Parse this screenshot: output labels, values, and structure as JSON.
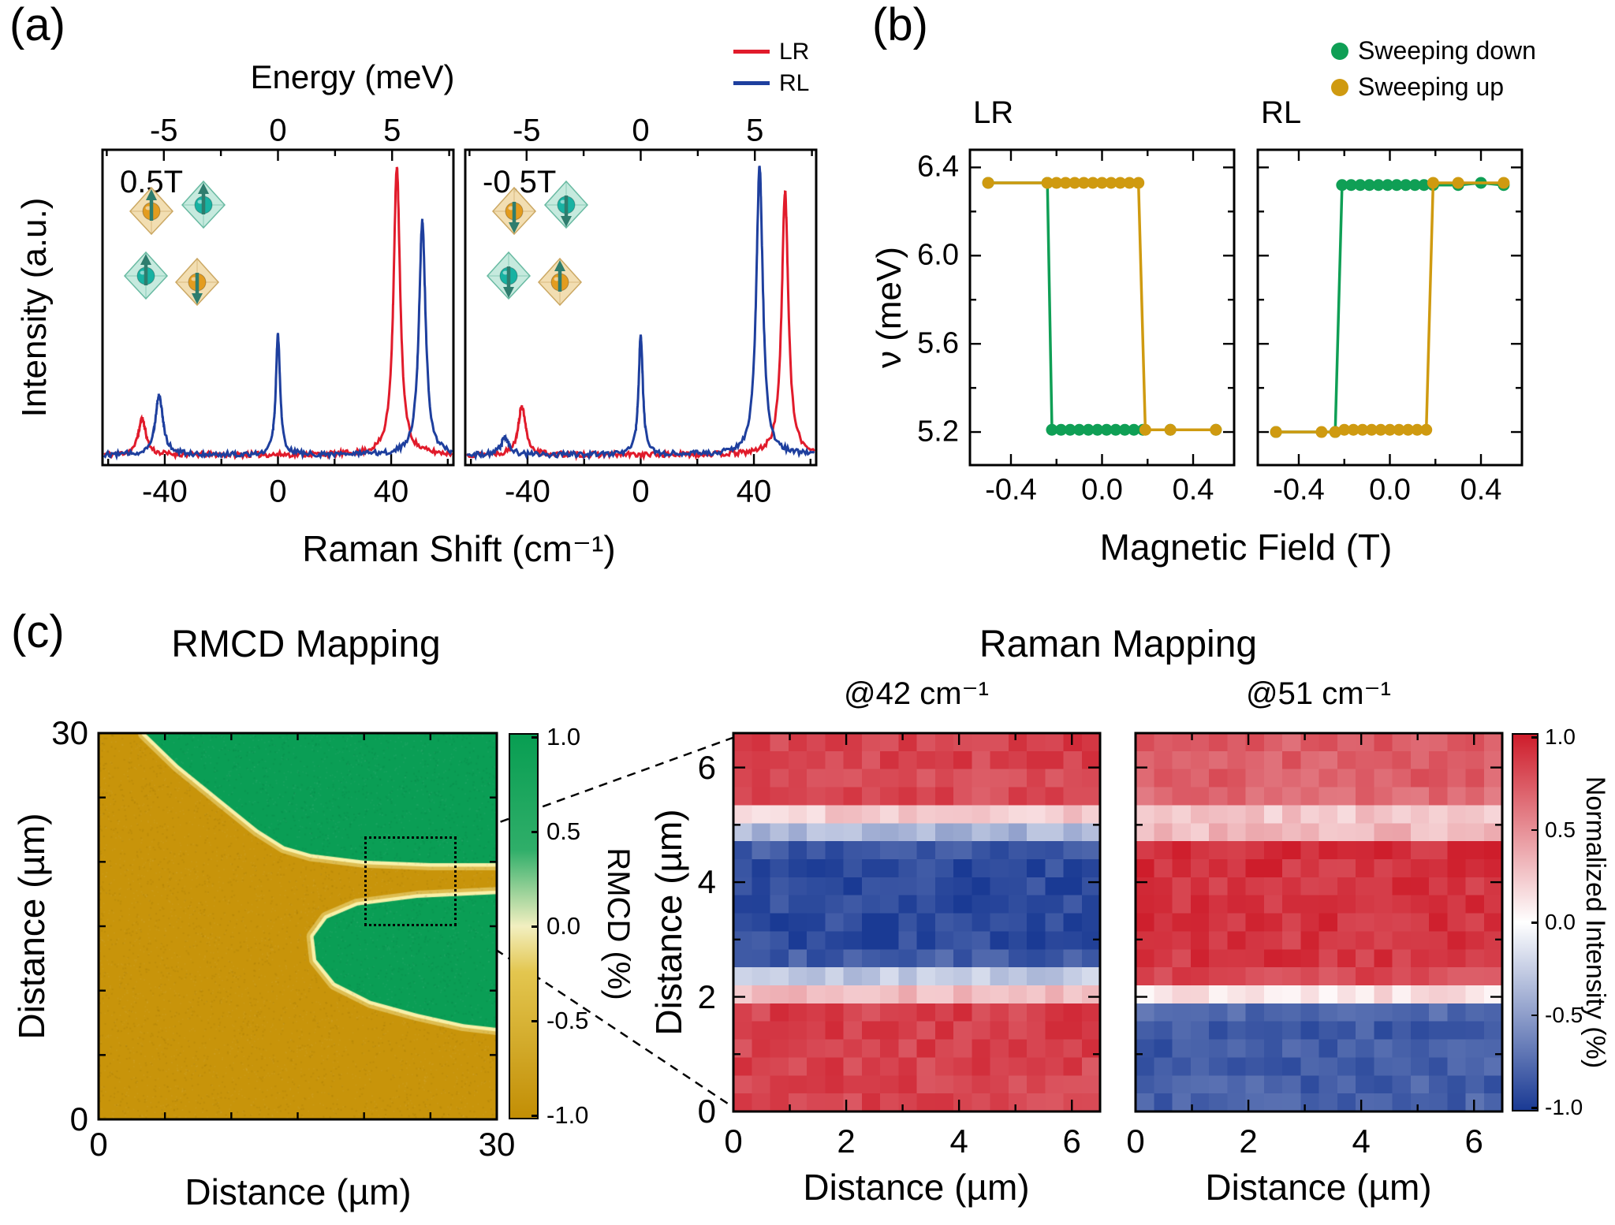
{
  "figure": {
    "background": "#ffffff"
  },
  "panel_a": {
    "label": "(a)",
    "top_axis_label": "Energy (meV)",
    "top_ticks": [
      {
        "label": "-5",
        "cm": -40.33
      },
      {
        "label": "0",
        "cm": 0
      },
      {
        "label": "5",
        "cm": 40.33
      }
    ],
    "bottom_ticks": [
      {
        "label": "-40",
        "v": -40
      },
      {
        "label": "0",
        "v": 0
      },
      {
        "label": "40",
        "v": 40
      }
    ],
    "xlabel": "Raman Shift (cm⁻¹)",
    "ylabel": "Intensity (a.u.)",
    "legend": [
      {
        "label": "LR",
        "color": "#e11b2b"
      },
      {
        "label": "RL",
        "color": "#1e3f9e"
      }
    ],
    "plots": [
      {
        "field_label": "0.5T",
        "insets": [
          {
            "octa": "orange",
            "arrow": "up"
          },
          {
            "octa": "teal",
            "arrow": "up"
          },
          {
            "octa": "teal",
            "arrow": "up"
          },
          {
            "octa": "orange",
            "arrow": "down"
          }
        ]
      },
      {
        "field_label": "-0.5T",
        "insets": [
          {
            "octa": "orange",
            "arrow": "down"
          },
          {
            "octa": "teal",
            "arrow": "down"
          },
          {
            "octa": "teal",
            "arrow": "down"
          },
          {
            "octa": "orange",
            "arrow": "up"
          }
        ]
      }
    ]
  },
  "panel_b": {
    "label": "(b)",
    "legend": [
      {
        "label": "Sweeping down",
        "color": "#0f9f55"
      },
      {
        "label": "Sweeping up",
        "color": "#cf9a10"
      }
    ],
    "subplots": [
      {
        "title": "LR"
      },
      {
        "title": "RL"
      }
    ],
    "ylabel": "ν (meV)",
    "xlabel": "Magnetic Field (T)",
    "yticks": [
      {
        "label": "6.4",
        "v": 6.4
      },
      {
        "label": "6.0",
        "v": 6.0
      },
      {
        "label": "5.6",
        "v": 5.6
      },
      {
        "label": "5.2",
        "v": 5.2
      }
    ],
    "xticks": [
      {
        "label": "-0.4",
        "v": -0.4
      },
      {
        "label": "0.0",
        "v": 0
      },
      {
        "label": "0.4",
        "v": 0.4
      }
    ]
  },
  "panel_c": {
    "label": "(c)",
    "rmcd": {
      "title": "RMCD Mapping",
      "xlabel": "Distance (µm)",
      "ylabel": "Distance (µm)",
      "xticks": [
        {
          "label": "0",
          "v": 0
        },
        {
          "label": "30",
          "v": 30
        }
      ],
      "yticks": [
        {
          "label": "30",
          "v": 30
        },
        {
          "label": "0",
          "v": 0
        }
      ],
      "colorbar": {
        "label": "RMCD (%)",
        "ticks": [
          "1.0",
          "0.5",
          "0.0",
          "-0.5",
          "-1.0"
        ],
        "stops": [
          [
            0,
            "#089e52"
          ],
          [
            0.3,
            "#2fae69"
          ],
          [
            0.5,
            "#f2efc0"
          ],
          [
            0.62,
            "#e3c64f"
          ],
          [
            1,
            "#c28e05"
          ]
        ]
      },
      "colors": {
        "green": "#0a9e55",
        "gold": "#c8940a",
        "boundary": "#f8f0a8"
      }
    },
    "raman": {
      "title": "Raman Mapping",
      "ylabel": "Distance (µm)",
      "maps": [
        {
          "title": "@42 cm⁻¹",
          "xlabel": "Distance (µm)"
        },
        {
          "title": "@51 cm⁻¹",
          "xlabel": "Distance (µm)"
        }
      ],
      "xticks": [
        {
          "label": "0",
          "v": 0
        },
        {
          "label": "2",
          "v": 2
        },
        {
          "label": "4",
          "v": 4
        },
        {
          "label": "6",
          "v": 6
        }
      ],
      "yticks": [
        {
          "label": "0",
          "v": 0
        },
        {
          "label": "2",
          "v": 2
        },
        {
          "label": "4",
          "v": 4
        },
        {
          "label": "6",
          "v": 6
        }
      ],
      "colorbar": {
        "label": "Normalized Intensity (%)",
        "ticks": [
          "1.0",
          "0.5",
          "0.0",
          "-0.5",
          "-1.0"
        ],
        "stops": [
          [
            0,
            "#ce1d2b"
          ],
          [
            0.5,
            "#ffffff"
          ],
          [
            1,
            "#1a3a94"
          ]
        ]
      }
    }
  },
  "chart_data": [
    {
      "id": "spectrum_plus0p5T",
      "type": "line",
      "annotation": "0.5T",
      "x_unit": "cm⁻¹",
      "x_range": [
        -62,
        62
      ],
      "series": [
        {
          "name": "LR",
          "color": "#e11b2b",
          "peaks": [
            {
              "center": -48,
              "height": 0.12,
              "width": 1.6
            },
            {
              "center": 42,
              "height": 0.96,
              "width": 1.4
            }
          ]
        },
        {
          "name": "RL",
          "color": "#1e3f9e",
          "peaks": [
            {
              "center": -42,
              "height": 0.2,
              "width": 1.6
            },
            {
              "center": 0,
              "height": 0.4,
              "width": 0.9
            },
            {
              "center": 51,
              "height": 0.78,
              "width": 1.4
            }
          ]
        }
      ]
    },
    {
      "id": "spectrum_minus0p5T",
      "type": "line",
      "annotation": "-0.5T",
      "x_unit": "cm⁻¹",
      "x_range": [
        -62,
        62
      ],
      "series": [
        {
          "name": "LR",
          "color": "#e11b2b",
          "peaks": [
            {
              "center": -42,
              "height": 0.16,
              "width": 1.6
            },
            {
              "center": 51,
              "height": 0.88,
              "width": 1.4
            }
          ]
        },
        {
          "name": "RL",
          "color": "#1e3f9e",
          "peaks": [
            {
              "center": -48,
              "height": 0.06,
              "width": 1.6
            },
            {
              "center": 0,
              "height": 0.4,
              "width": 0.9
            },
            {
              "center": 42,
              "height": 0.96,
              "width": 1.4
            }
          ]
        }
      ]
    },
    {
      "id": "hysteresis_LR",
      "type": "scatter-line",
      "title": "LR",
      "xlim": [
        -0.58,
        0.58
      ],
      "ylim": [
        5.05,
        6.48
      ],
      "series": [
        {
          "name": "Sweeping down",
          "color": "#0f9f55",
          "points": [
            [
              -0.5,
              6.33
            ],
            [
              -0.24,
              6.33
            ],
            [
              -0.22,
              5.21
            ],
            [
              -0.18,
              5.21
            ],
            [
              -0.14,
              5.21
            ],
            [
              -0.1,
              5.21
            ],
            [
              -0.06,
              5.21
            ],
            [
              -0.02,
              5.21
            ],
            [
              0.02,
              5.21
            ],
            [
              0.06,
              5.21
            ],
            [
              0.1,
              5.21
            ],
            [
              0.14,
              5.21
            ],
            [
              0.18,
              5.21
            ],
            [
              0.3,
              5.21
            ],
            [
              0.5,
              5.21
            ]
          ]
        },
        {
          "name": "Sweeping up",
          "color": "#cf9a10",
          "points": [
            [
              -0.5,
              6.33
            ],
            [
              -0.24,
              6.33
            ],
            [
              -0.2,
              6.33
            ],
            [
              -0.16,
              6.33
            ],
            [
              -0.12,
              6.33
            ],
            [
              -0.08,
              6.33
            ],
            [
              -0.04,
              6.33
            ],
            [
              0,
              6.33
            ],
            [
              0.04,
              6.33
            ],
            [
              0.08,
              6.33
            ],
            [
              0.12,
              6.33
            ],
            [
              0.16,
              6.33
            ],
            [
              0.19,
              5.21
            ],
            [
              0.3,
              5.21
            ],
            [
              0.5,
              5.21
            ]
          ]
        }
      ]
    },
    {
      "id": "hysteresis_RL",
      "type": "scatter-line",
      "title": "RL",
      "xlim": [
        -0.58,
        0.58
      ],
      "ylim": [
        5.05,
        6.48
      ],
      "series": [
        {
          "name": "Sweeping down",
          "color": "#0f9f55",
          "points": [
            [
              -0.5,
              5.2
            ],
            [
              -0.24,
              5.2
            ],
            [
              -0.21,
              6.32
            ],
            [
              -0.17,
              6.32
            ],
            [
              -0.13,
              6.32
            ],
            [
              -0.09,
              6.32
            ],
            [
              -0.05,
              6.32
            ],
            [
              -0.01,
              6.32
            ],
            [
              0.03,
              6.32
            ],
            [
              0.07,
              6.32
            ],
            [
              0.11,
              6.32
            ],
            [
              0.15,
              6.32
            ],
            [
              0.19,
              6.32
            ],
            [
              0.3,
              6.32
            ],
            [
              0.4,
              6.33
            ],
            [
              0.5,
              6.32
            ]
          ]
        },
        {
          "name": "Sweeping up",
          "color": "#cf9a10",
          "points": [
            [
              -0.5,
              5.2
            ],
            [
              -0.3,
              5.2
            ],
            [
              -0.24,
              5.2
            ],
            [
              -0.2,
              5.21
            ],
            [
              -0.16,
              5.21
            ],
            [
              -0.12,
              5.21
            ],
            [
              -0.08,
              5.21
            ],
            [
              -0.04,
              5.21
            ],
            [
              0,
              5.21
            ],
            [
              0.04,
              5.21
            ],
            [
              0.08,
              5.21
            ],
            [
              0.12,
              5.21
            ],
            [
              0.16,
              5.21
            ],
            [
              0.19,
              6.33
            ],
            [
              0.3,
              6.33
            ],
            [
              0.5,
              6.33
            ]
          ]
        }
      ]
    },
    {
      "id": "rmcd_map",
      "type": "heatmap",
      "x_range_um": [
        0,
        30
      ],
      "y_range_um": [
        0,
        30
      ],
      "value_range": [
        -1,
        1
      ],
      "regions": {
        "gold_value": -1.0,
        "green_value": 1.0,
        "green_top_boundary": [
          [
            3.5,
            30
          ],
          [
            6,
            27.5
          ],
          [
            9,
            25
          ],
          [
            12,
            22.5
          ],
          [
            14,
            21.2
          ],
          [
            16,
            20.6
          ],
          [
            20,
            20.1
          ],
          [
            25,
            19.9
          ],
          [
            30,
            19.9
          ]
        ],
        "green_bulge_boundary": [
          [
            30,
            17.5
          ],
          [
            24,
            17.2
          ],
          [
            19.5,
            16.6
          ],
          [
            17.2,
            15.6
          ],
          [
            16.2,
            14.2
          ],
          [
            16.4,
            12.4
          ],
          [
            17.8,
            10.6
          ],
          [
            20.5,
            9.2
          ],
          [
            24,
            8.2
          ],
          [
            27.5,
            7.4
          ],
          [
            30,
            7.1
          ]
        ]
      },
      "zoom_box_um": {
        "x": [
          20,
          27
        ],
        "y": [
          15,
          22
        ]
      }
    },
    {
      "id": "raman_map_42",
      "type": "heatmap",
      "x_range_um": [
        0,
        6.5
      ],
      "y_range_um": [
        0,
        6.6
      ],
      "value_range": [
        -1,
        1
      ],
      "profile": [
        [
          0,
          0.82
        ],
        [
          1.8,
          0.85
        ],
        [
          2.05,
          0.3
        ],
        [
          2.3,
          -0.15
        ],
        [
          2.6,
          -0.8
        ],
        [
          3,
          -0.92
        ],
        [
          4.5,
          -0.92
        ],
        [
          4.8,
          -0.5
        ],
        [
          5.05,
          -0.05
        ],
        [
          5.25,
          0.35
        ],
        [
          5.5,
          0.8
        ],
        [
          6.6,
          0.85
        ]
      ]
    },
    {
      "id": "raman_map_51",
      "type": "heatmap",
      "x_range_um": [
        0,
        6.5
      ],
      "y_range_um": [
        0,
        6.6
      ],
      "value_range": [
        -1,
        1
      ],
      "profile": [
        [
          0,
          -0.8
        ],
        [
          1.7,
          -0.85
        ],
        [
          1.95,
          -0.15
        ],
        [
          2.15,
          0.45
        ],
        [
          2.4,
          0.88
        ],
        [
          4.6,
          0.92
        ],
        [
          4.85,
          0.35
        ],
        [
          5.05,
          -0.05
        ],
        [
          5.3,
          0.5
        ],
        [
          5.6,
          0.72
        ],
        [
          6.6,
          0.72
        ]
      ]
    }
  ]
}
